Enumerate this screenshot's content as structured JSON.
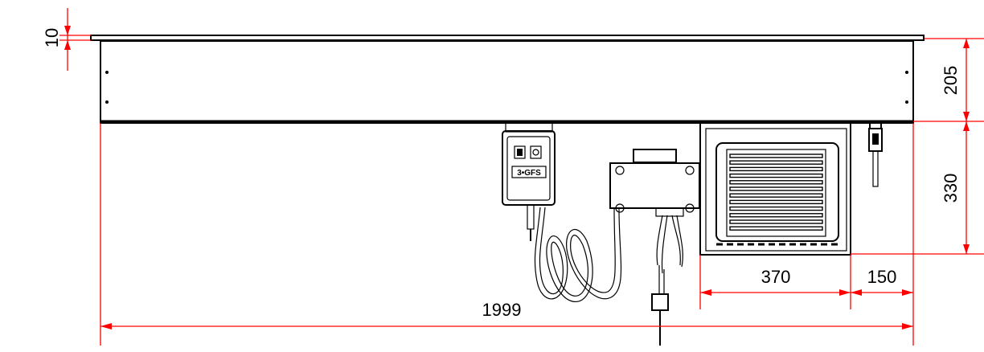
{
  "dimensions": {
    "top_thickness": "10",
    "tank_height": "205",
    "unit_height": "330",
    "unit_width": "370",
    "side_offset": "150",
    "cable_length": "1999"
  },
  "control_box": {
    "brand_label": "3•GFS"
  },
  "colors": {
    "dimension_line": "#ff0000",
    "outline": "#000000",
    "background": "#ffffff"
  }
}
